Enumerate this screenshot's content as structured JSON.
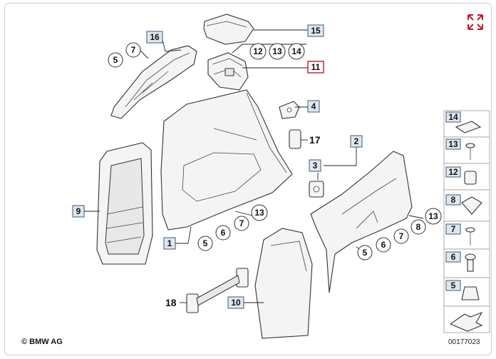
{
  "labels": {
    "l15": "15",
    "l16": "16",
    "l11": "11",
    "l12": "12",
    "l13a": "13",
    "l14a": "14",
    "l4": "4",
    "l17": "17",
    "l5a": "5",
    "l7a": "7",
    "l2": "2",
    "l3": "3",
    "l9": "9",
    "l1": "1",
    "l5b": "5",
    "l6a": "6",
    "l7b": "7",
    "l13b": "13",
    "l18": "18",
    "l10": "10",
    "l5c": "5",
    "l6b": "6",
    "l7c": "7",
    "l8a": "8",
    "l13c": "13"
  },
  "side": {
    "s14": "14",
    "s13": "13",
    "s12": "12",
    "s8": "8",
    "s7": "7",
    "s6": "6",
    "s5": "5"
  },
  "copyright": "© BMW AG",
  "doc_number": "00177023",
  "colors": {
    "accent_red": "#c0182a",
    "label_box": "#dfe7ee"
  },
  "icons": {
    "expand": "expand-arrows-icon",
    "nav": "next-arrow-icon"
  }
}
